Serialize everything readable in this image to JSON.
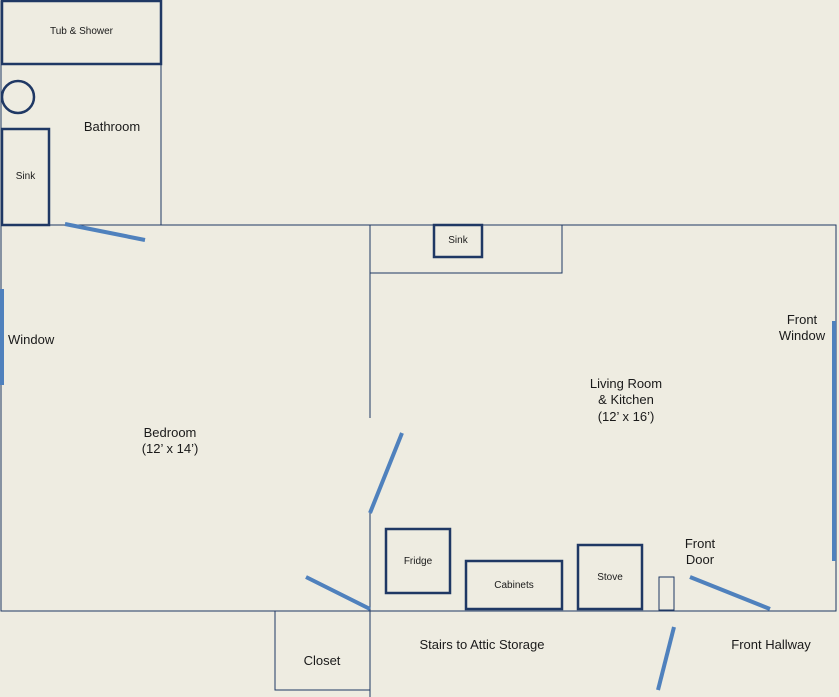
{
  "rooms": {
    "bathroom": "Bathroom",
    "bedroom": {
      "name": "Bedroom",
      "size": "(12’ x 14’)"
    },
    "living": {
      "line1": "Living Room",
      "line2": "& Kitchen",
      "size": "(12’ x 16’)"
    },
    "closet": "Closet",
    "stairs": "Stairs to Attic Storage",
    "front_hallway": "Front Hallway"
  },
  "fixtures": {
    "tub_shower": "Tub & Shower",
    "bath_sink": "Sink",
    "kitchen_sink": "Sink",
    "fridge": "Fridge",
    "cabinets": "Cabinets",
    "stove": "Stove"
  },
  "openings": {
    "window": "Window",
    "front_window": {
      "line1": "Front",
      "line2": "Window"
    },
    "front_door": {
      "line1": "Front",
      "line2": "Door"
    }
  },
  "colors": {
    "background": "#eeece1",
    "wall": "#1f3864",
    "door_window": "#4f81bd"
  }
}
